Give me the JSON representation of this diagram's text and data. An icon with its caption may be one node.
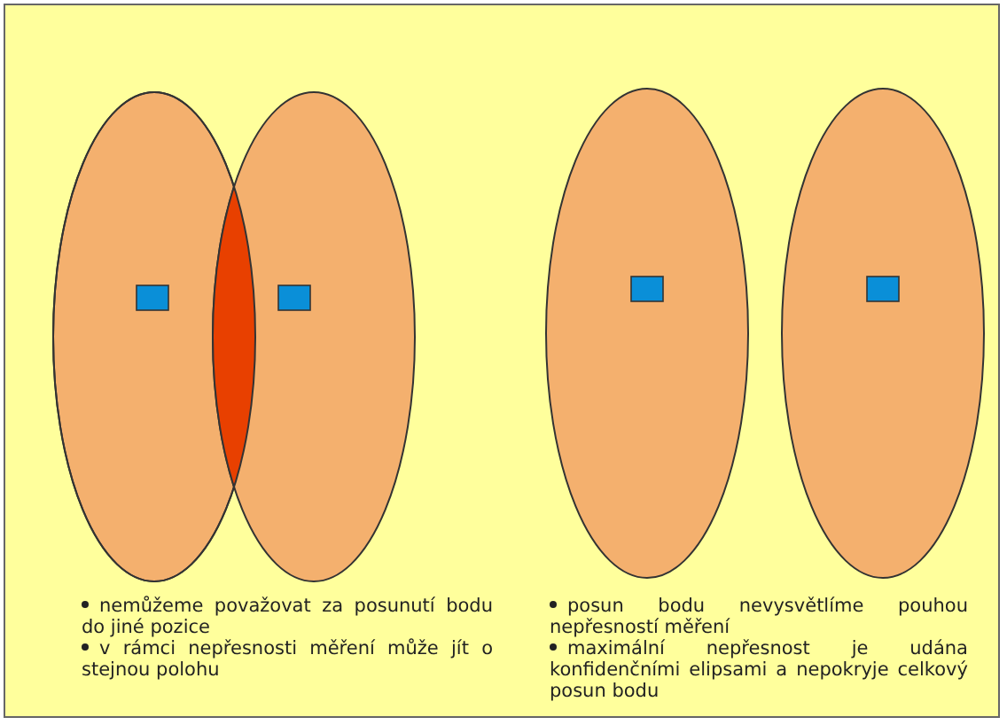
{
  "diagram": {
    "labels": [
      "nemůžeme považovat za posunutí bodu do jiné pozice",
      "v rámci nepřesnosti měření může jít o stejnou polohu",
      "posun bodu nevysvětlíme pouhou nepřesností měření",
      "maximální nepřesnost je udána konfidenčními elipsami a nepokryje celkový posun bodu"
    ]
  }
}
